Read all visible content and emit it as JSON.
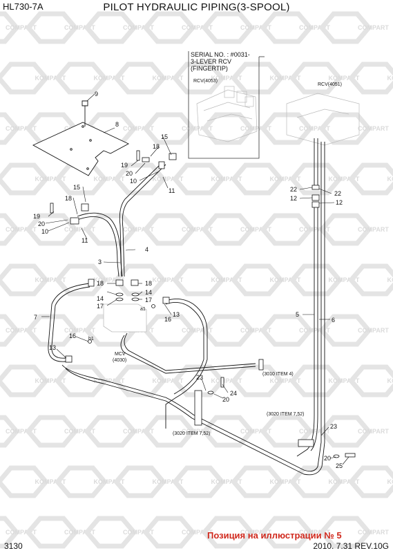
{
  "header": {
    "model": "HL730-7A",
    "title": "PILOT HYDRAULIC PIPING(3-SPOOL)"
  },
  "inset": {
    "line1": "SERIAL NO. : #0031-",
    "line2": "3-LEVER RCV",
    "line3": "(FINGERTIP)",
    "rcv_left": "RCV(4053)",
    "rcv_right": "RCV(4051)"
  },
  "refs": {
    "mcv": "MCV",
    "mcv_code": "(4030)",
    "a1": "a1",
    "b1": "b1",
    "ref_3010": "(3010 ITEM 4)",
    "ref_3020_right": "(3020 ITEM 7,52)",
    "ref_3020_left": "(3020 ITEM 7,52)"
  },
  "callouts": {
    "c9": "9",
    "c8": "8",
    "c15a": "15",
    "c18a": "18",
    "c19a": "19",
    "c20a": "20",
    "c10a": "10",
    "c11a": "11",
    "c15b": "15",
    "c18b": "18",
    "c19b": "19",
    "c20b": "20",
    "c10b": "10",
    "c11b": "11",
    "c4": "4",
    "c3": "3",
    "c18c": "18",
    "c14a": "14",
    "c17a": "17",
    "c18d": "18",
    "c14b": "14",
    "c17b": "17",
    "c13a": "13",
    "c16a": "16",
    "c7": "7",
    "c16b": "16",
    "c13b": "13",
    "c22a": "22",
    "c22b": "22",
    "c12a": "12",
    "c12b": "12",
    "c5": "5",
    "c6": "6",
    "c23a": "23",
    "c24": "24",
    "c20c": "20",
    "c23b": "23",
    "c20d": "20",
    "c25": "25"
  },
  "watermark": {
    "text": "KOMPART",
    "text2": "COMPART"
  },
  "footer": {
    "page": "3130",
    "revision": "2010. 7.31  REV.10G",
    "note": "Позиция на иллюстрации № 5"
  }
}
